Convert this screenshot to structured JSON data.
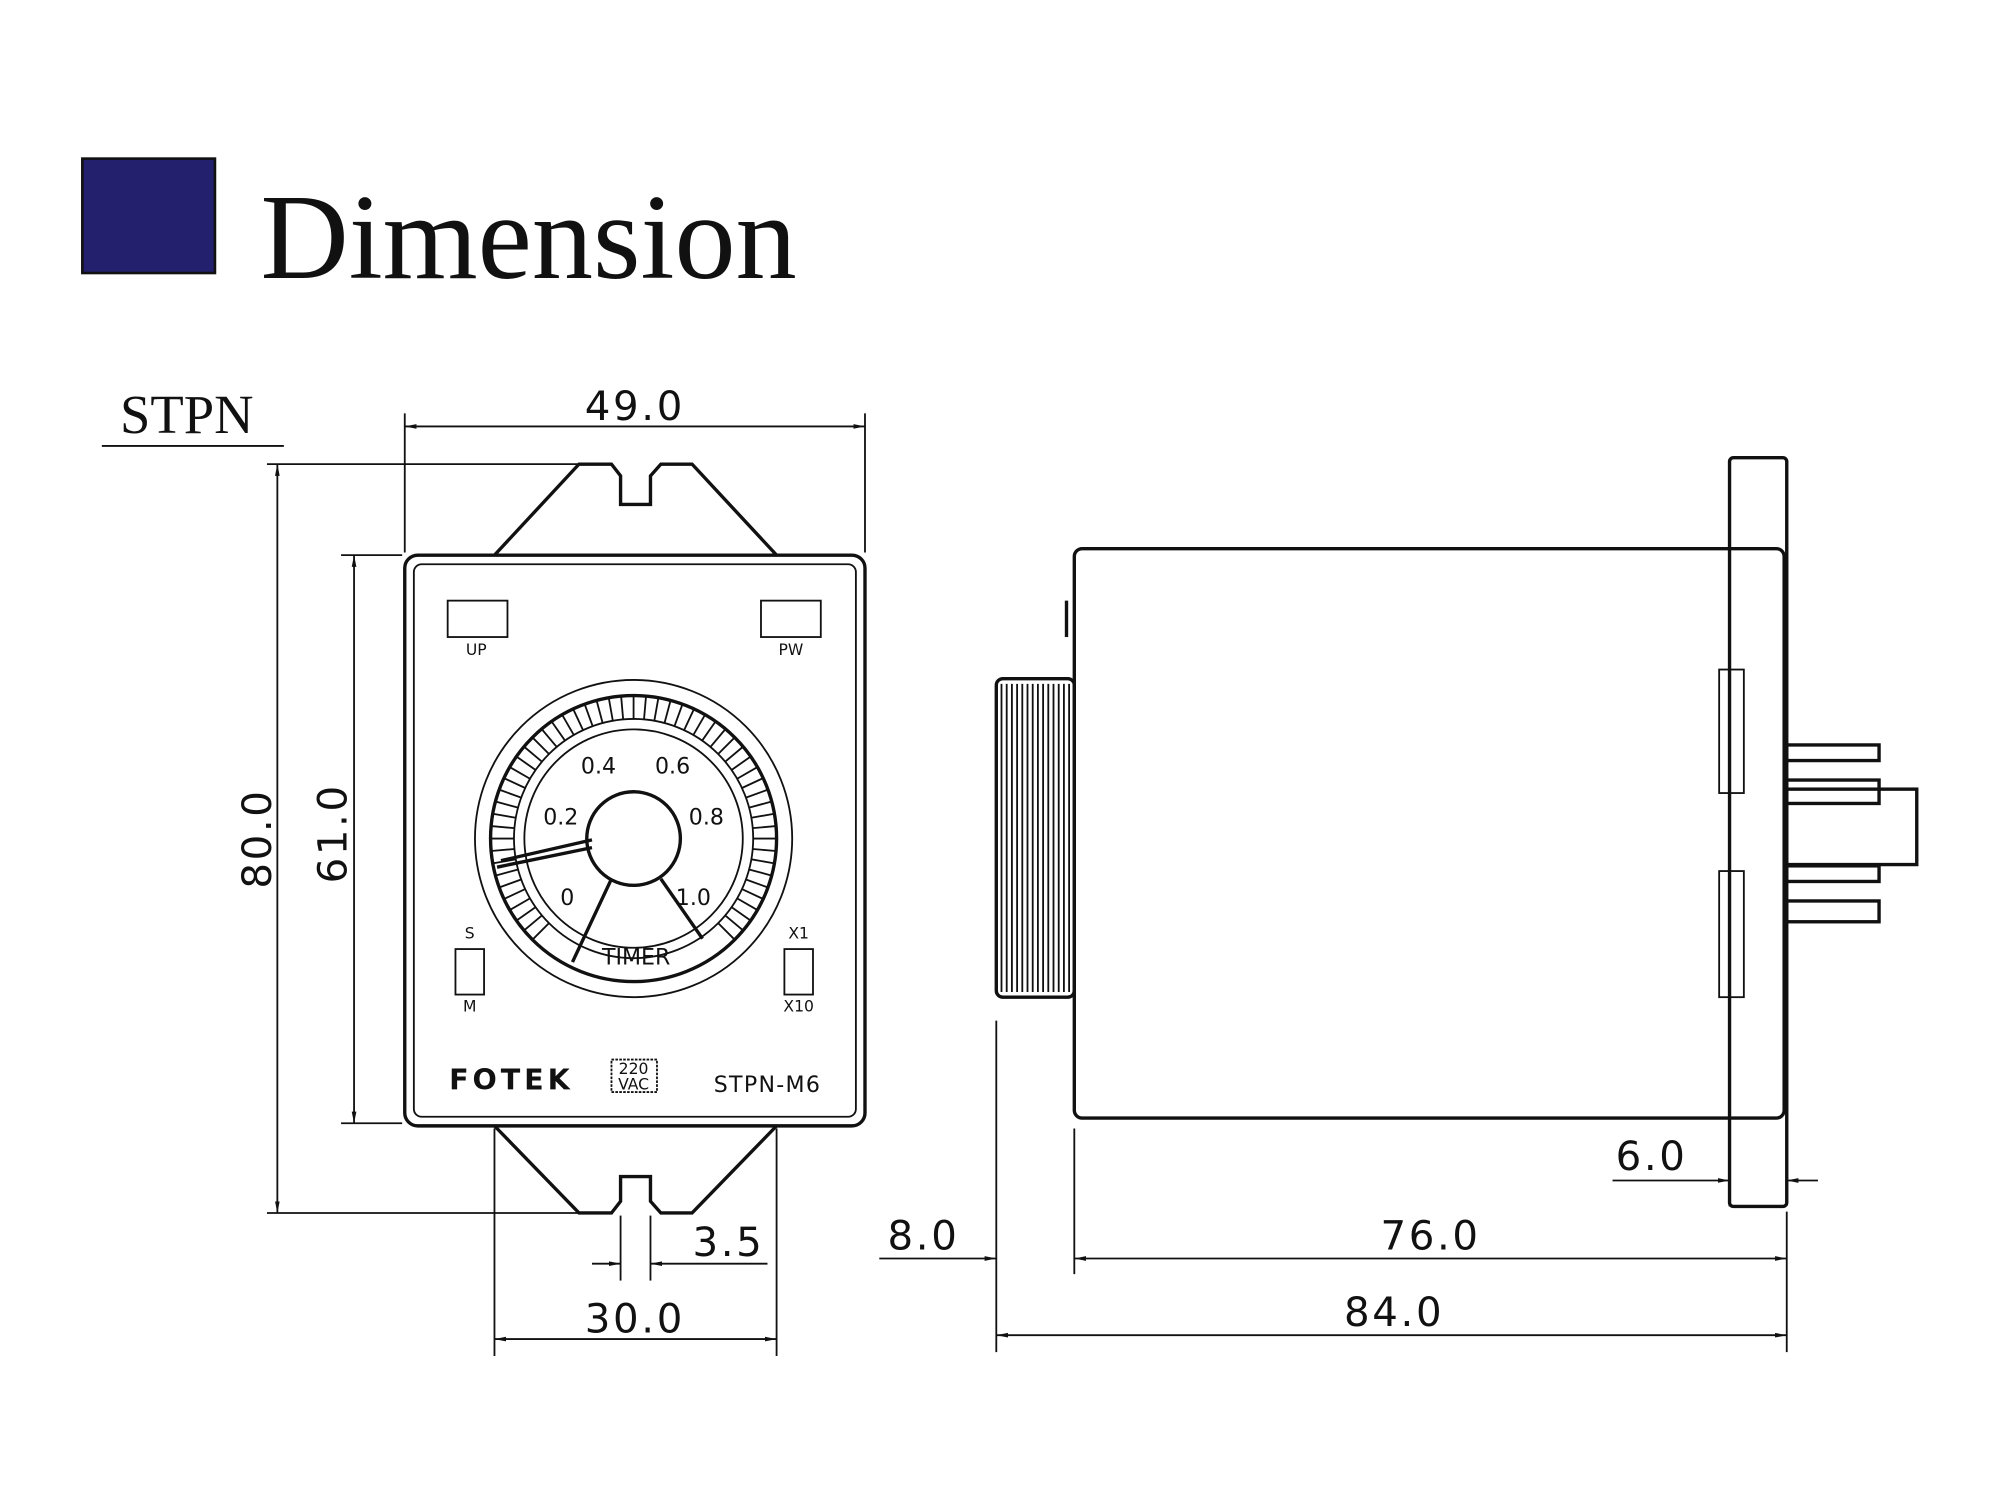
{
  "header": {
    "title": "Dimension",
    "accent_color": "#23206e"
  },
  "model": "STPN",
  "front_view": {
    "dimensions": {
      "width": "49.0",
      "height_total": "80.0",
      "height_body": "61.0",
      "bracket_width": "30.0",
      "slot_width": "3.5"
    },
    "indicators": {
      "up": "UP",
      "pw": "PW",
      "s": "S",
      "m": "M",
      "x1": "X1",
      "x10": "X10"
    },
    "dial": {
      "labels": [
        "0",
        "0.2",
        "0.4",
        "0.6",
        "0.8",
        "1.0"
      ],
      "name": "TIMER"
    },
    "brand": "FOTEK",
    "voltage_line1": "220",
    "voltage_line2": "VAC",
    "model_label": "STPN-M6"
  },
  "side_view": {
    "dimensions": {
      "flange": "6.0",
      "knob": "8.0",
      "body": "76.0",
      "total": "84.0"
    }
  }
}
